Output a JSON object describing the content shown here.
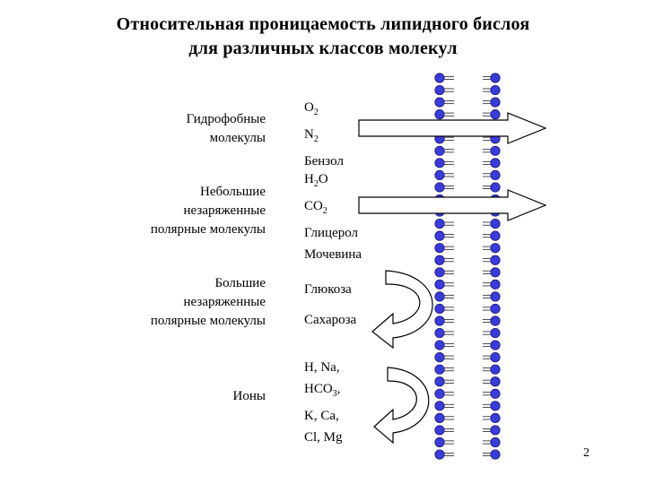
{
  "title": {
    "line1": "Относительная проницаемость липидного бислоя",
    "line2": "для различных классов молекул"
  },
  "categories": [
    {
      "label_lines": [
        "Гидрофобные",
        "молекулы"
      ]
    },
    {
      "label_lines": [
        "Небольшие",
        "незаряженные",
        "полярные молекулы"
      ]
    },
    {
      "label_lines": [
        "Большие",
        "незаряженные",
        "полярные молекулы"
      ]
    },
    {
      "label_lines": [
        "Ионы"
      ]
    }
  ],
  "molecules": [
    {
      "lines": [
        {
          "base": "O",
          "sub": "2"
        },
        {
          "base": "N",
          "sub": "2"
        },
        {
          "base": "Бензол",
          "sub": ""
        }
      ],
      "arrow": "passes"
    },
    {
      "lines": [
        {
          "base": "H",
          "sub": "2",
          "rest": "O"
        },
        {
          "base": "CO",
          "sub": "2"
        },
        {
          "base": "Глицерол",
          "sub": ""
        },
        {
          "base": "Мочевина",
          "sub": ""
        }
      ],
      "arrow": "passes"
    },
    {
      "lines": [
        {
          "base": "Глюкоза",
          "sub": ""
        },
        {
          "base": "Сахароза",
          "sub": ""
        }
      ],
      "arrow": "reflected"
    },
    {
      "lines": [
        {
          "base": "H, Na,",
          "sub": ""
        },
        {
          "base": "HCO",
          "sub": "3",
          "rest": ","
        },
        {
          "base": "K, Ca,",
          "sub": ""
        },
        {
          "base": "Cl, Mg",
          "sub": ""
        }
      ],
      "arrow": "reflected"
    }
  ],
  "page_number": "2",
  "colors": {
    "lipid_head": "#3a3adf",
    "lipid_head_stroke": "#1a1a70",
    "arrow_fill": "#ffffff",
    "stroke": "#000000"
  }
}
